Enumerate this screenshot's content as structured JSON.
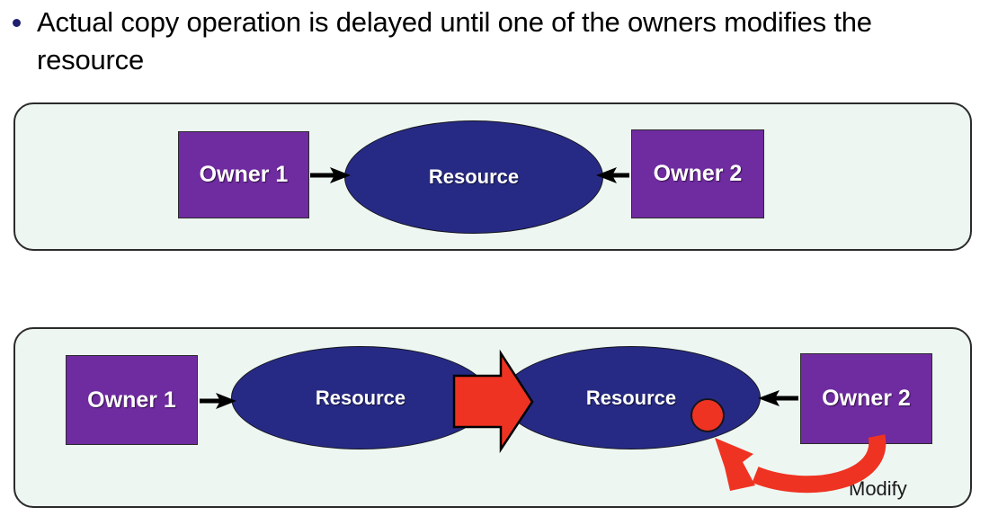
{
  "slide": {
    "bullet": {
      "marker": "bullet-dot",
      "text": "Actual copy operation is delayed until one of the owners modifies the resource"
    },
    "panels": [
      {
        "id": "before",
        "caption": "",
        "nodes": [
          {
            "id": "owner1",
            "label": "Owner 1",
            "shape": "rectangle",
            "color": "#6F2BA0"
          },
          {
            "id": "resource",
            "label": "Resource",
            "shape": "ellipse",
            "color": "#272A84"
          },
          {
            "id": "owner2",
            "label": "Owner 2",
            "shape": "rectangle",
            "color": "#6F2BA0"
          }
        ],
        "arrows": [
          {
            "from": "owner1",
            "to": "resource",
            "color": "#000000",
            "style": "solid"
          },
          {
            "from": "owner2",
            "to": "resource",
            "color": "#000000",
            "style": "solid"
          }
        ]
      },
      {
        "id": "after",
        "caption": "Modify",
        "nodes": [
          {
            "id": "owner1",
            "label": "Owner 1",
            "shape": "rectangle",
            "color": "#6F2BA0"
          },
          {
            "id": "resource-original",
            "label": "Resource",
            "shape": "ellipse",
            "color": "#272A84"
          },
          {
            "id": "copy-arrow",
            "label": "",
            "shape": "block-arrow",
            "color": "#EE3322"
          },
          {
            "id": "resource-copy",
            "label": "Resource",
            "shape": "ellipse",
            "color": "#272A84"
          },
          {
            "id": "modification-dot",
            "label": "",
            "shape": "circle",
            "color": "#EE3322"
          },
          {
            "id": "owner2",
            "label": "Owner 2",
            "shape": "rectangle",
            "color": "#6F2BA0"
          }
        ],
        "arrows": [
          {
            "from": "owner1",
            "to": "resource-original",
            "color": "#000000",
            "style": "solid"
          },
          {
            "from": "owner2",
            "to": "resource-copy",
            "color": "#000000",
            "style": "solid"
          },
          {
            "from": "owner2",
            "to": "modification-dot",
            "color": "#EE3322",
            "style": "curved"
          }
        ]
      }
    ]
  },
  "colors": {
    "panel_fill": "#EEF6F1",
    "panel_border": "#2B2B2B",
    "owner_purple": "#6F2BA0",
    "resource_blue": "#272A84",
    "accent_red": "#EE3322",
    "bullet_navy": "#1F2070",
    "text_black": "#000000",
    "label_white": "#FFFFFF"
  }
}
